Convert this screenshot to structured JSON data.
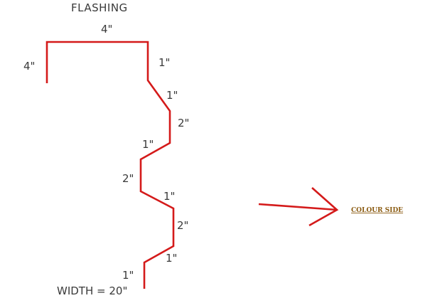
{
  "drawing": {
    "title": "FLASHING",
    "width_label": "WIDTH = 20\"",
    "segments": [
      {
        "label": "4\""
      },
      {
        "label": "4\""
      },
      {
        "label": "1\""
      },
      {
        "label": "1\""
      },
      {
        "label": "2\""
      },
      {
        "label": "1\""
      },
      {
        "label": "2\""
      },
      {
        "label": "1\""
      },
      {
        "label": "2\""
      },
      {
        "label": "1\""
      },
      {
        "label": "1\""
      }
    ]
  },
  "legend": {
    "label": "COLOUR SIDE"
  },
  "colors": {
    "profile_line": "#d41a1a",
    "text": "#3a3a3a",
    "legend_text": "#8a5a10"
  }
}
